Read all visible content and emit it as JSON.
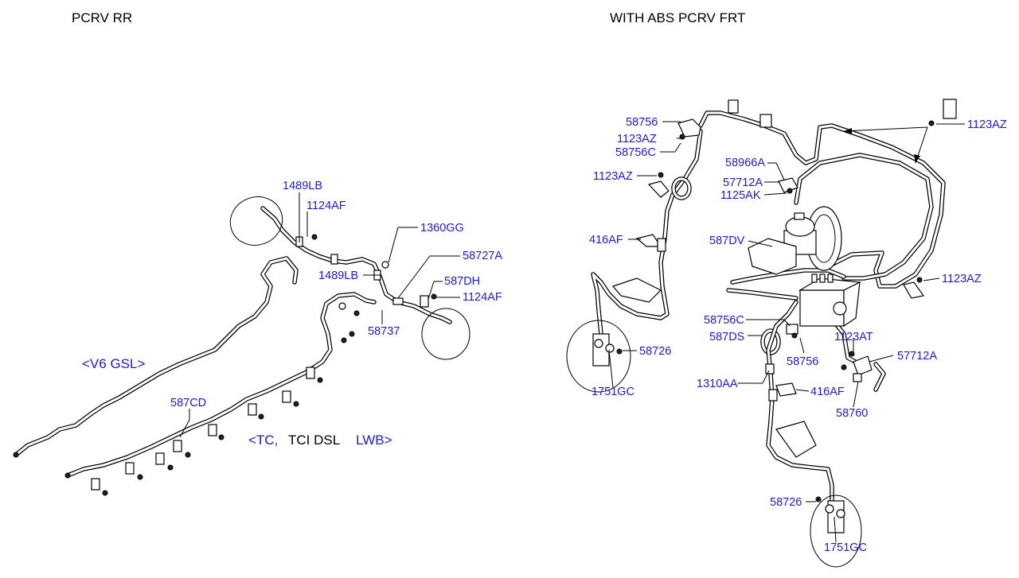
{
  "titles": {
    "left": "PCRV RR",
    "right": "WITH ABS PCRV FRT"
  },
  "variants": {
    "v6_gsl": "<V6 GSL>",
    "tc_part1": "<TC,",
    "tc_part2": "TCI DSL",
    "tc_part3": "LWB>"
  },
  "labels": {
    "l_1489LB_top": "1489LB",
    "l_1124AF_top": "1124AF",
    "l_1360GG": "1360GG",
    "l_58727A": "58727A",
    "l_1489LB_mid": "1489LB",
    "l_587DH": "587DH",
    "l_1124AF_mid": "1124AF",
    "l_58737": "58737",
    "l_587CD": "587CD",
    "r_58756_top": "58756",
    "r_1123AZ_a": "1123AZ",
    "r_58756C_top": "58756C",
    "r_1123AZ_b": "1123AZ",
    "r_58966A": "58966A",
    "r_57712A_top": "57712A",
    "r_1125AK": "1125AK",
    "r_1123AZ_right_top": "1123AZ",
    "r_416AF_top": "416AF",
    "r_587DV": "587DV",
    "r_1123AZ_right_mid": "1123AZ",
    "r_58726_top": "58726",
    "r_1751GC_top": "1751GC",
    "r_58756C_mid": "58756C",
    "r_587DS": "587DS",
    "r_58756_mid": "58756",
    "r_1123AT": "1123AT",
    "r_57712A_mid": "57712A",
    "r_1310AA": "1310AA",
    "r_416AF_mid": "416AF",
    "r_58760": "58760",
    "r_58726_bot": "58726",
    "r_1751GC_bot": "1751GC"
  },
  "colors": {
    "label": "#1a1ae6",
    "title": "#000000",
    "line": "#000000",
    "background": "#ffffff"
  }
}
